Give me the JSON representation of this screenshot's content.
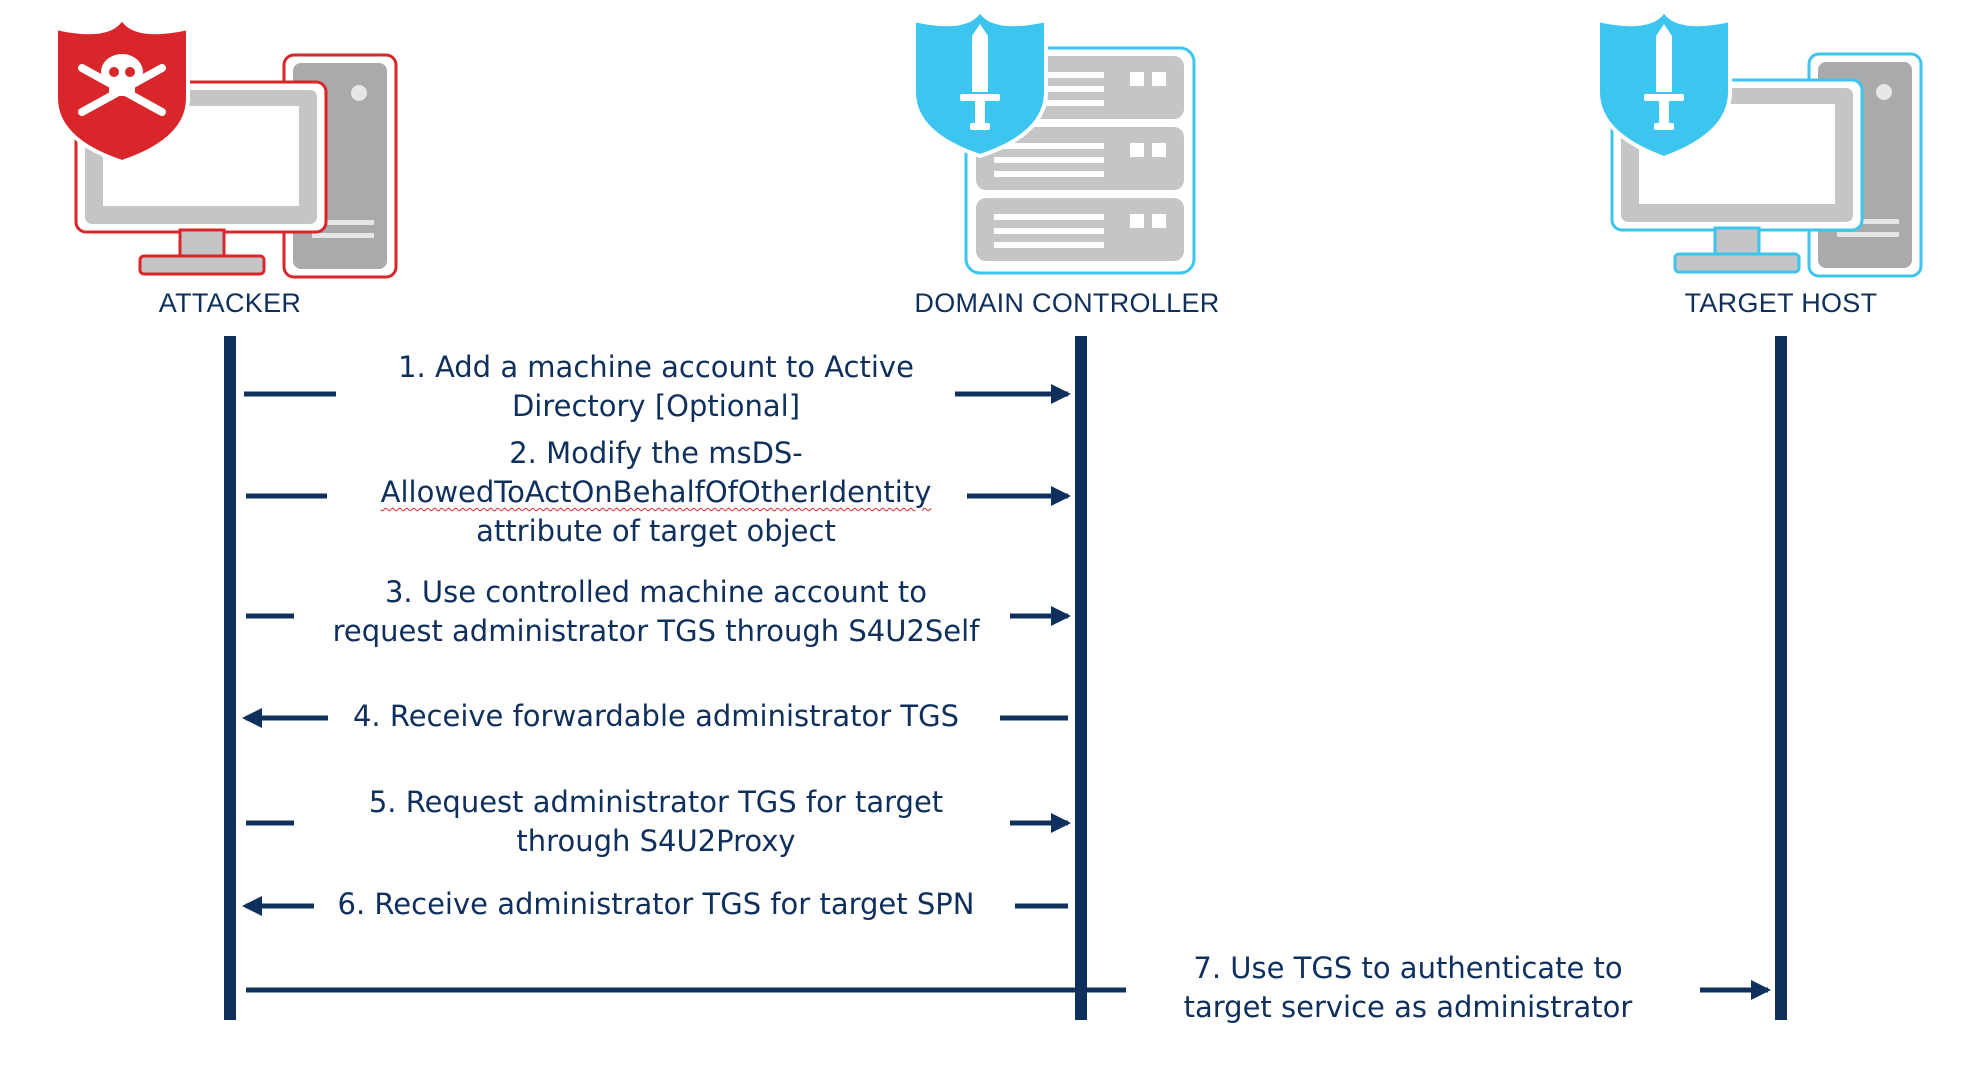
{
  "actors": [
    {
      "id": "attacker",
      "label": "ATTACKER",
      "icon": "attacker-computer-icon",
      "color": "#d8262b"
    },
    {
      "id": "dc",
      "label": "DOMAIN CONTROLLER",
      "icon": "domain-controller-server-icon",
      "color": "#3cc5ee"
    },
    {
      "id": "target",
      "label": "TARGET HOST",
      "icon": "target-computer-icon",
      "color": "#3cc5ee"
    }
  ],
  "messages": [
    {
      "from": "attacker",
      "to": "dc",
      "lines": [
        "1. Add a machine account to Active",
        "Directory [Optional]"
      ]
    },
    {
      "from": "attacker",
      "to": "dc",
      "lines": [
        "2. Modify the msDS-",
        "AllowedToActOnBehalfOfOtherIdentity",
        "attribute of target object"
      ]
    },
    {
      "from": "attacker",
      "to": "dc",
      "lines": [
        "3. Use controlled machine account to",
        "request administrator TGS through S4U2Self"
      ]
    },
    {
      "from": "dc",
      "to": "attacker",
      "lines": [
        "4. Receive forwardable administrator TGS"
      ]
    },
    {
      "from": "attacker",
      "to": "dc",
      "lines": [
        "5. Request administrator TGS for target",
        "through S4U2Proxy"
      ]
    },
    {
      "from": "dc",
      "to": "attacker",
      "lines": [
        "6. Receive administrator TGS for target SPN"
      ]
    },
    {
      "from": "attacker",
      "to": "target",
      "lines": [
        "7. Use TGS to authenticate to",
        "target service as administrator"
      ]
    }
  ],
  "colors": {
    "lifeline": "#0f2f5c",
    "attacker": "#d8262b",
    "defender": "#3cc5ee",
    "device_fill": "#c4c5c7",
    "device_dark": "#a9aaac"
  }
}
